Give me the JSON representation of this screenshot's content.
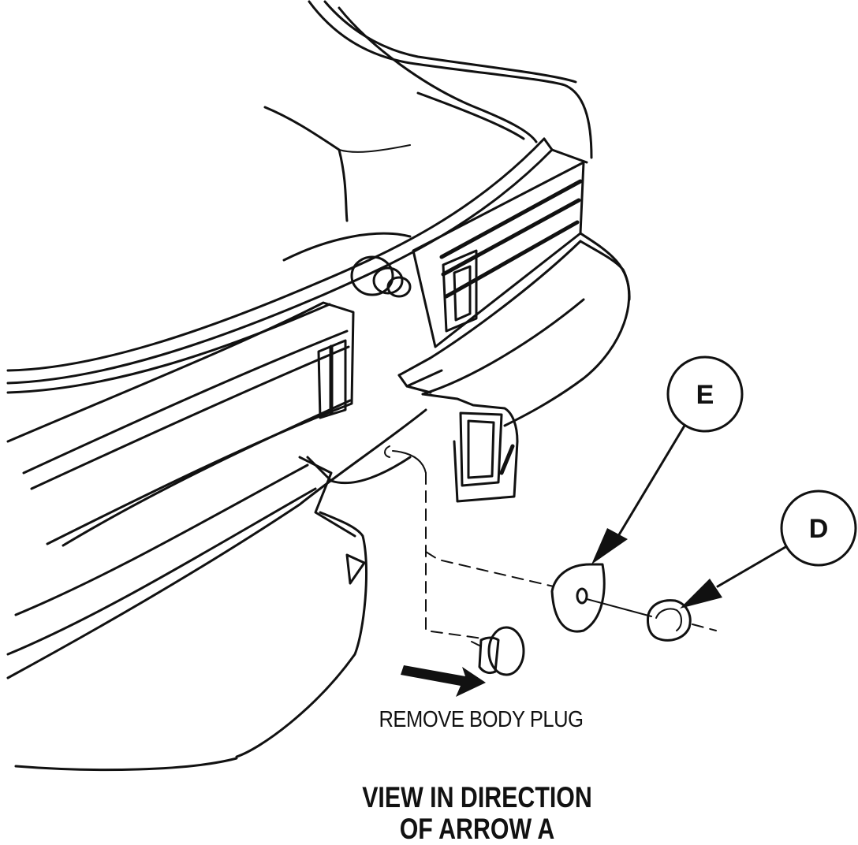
{
  "callouts": {
    "e": "E",
    "d": "D"
  },
  "labels": {
    "remove_body_plug": "REMOVE BODY PLUG",
    "view_line_1": "VIEW IN DIRECTION",
    "view_line_2": "OF ARROW A"
  },
  "colors": {
    "ink": "#111111",
    "paper": "#ffffff"
  }
}
